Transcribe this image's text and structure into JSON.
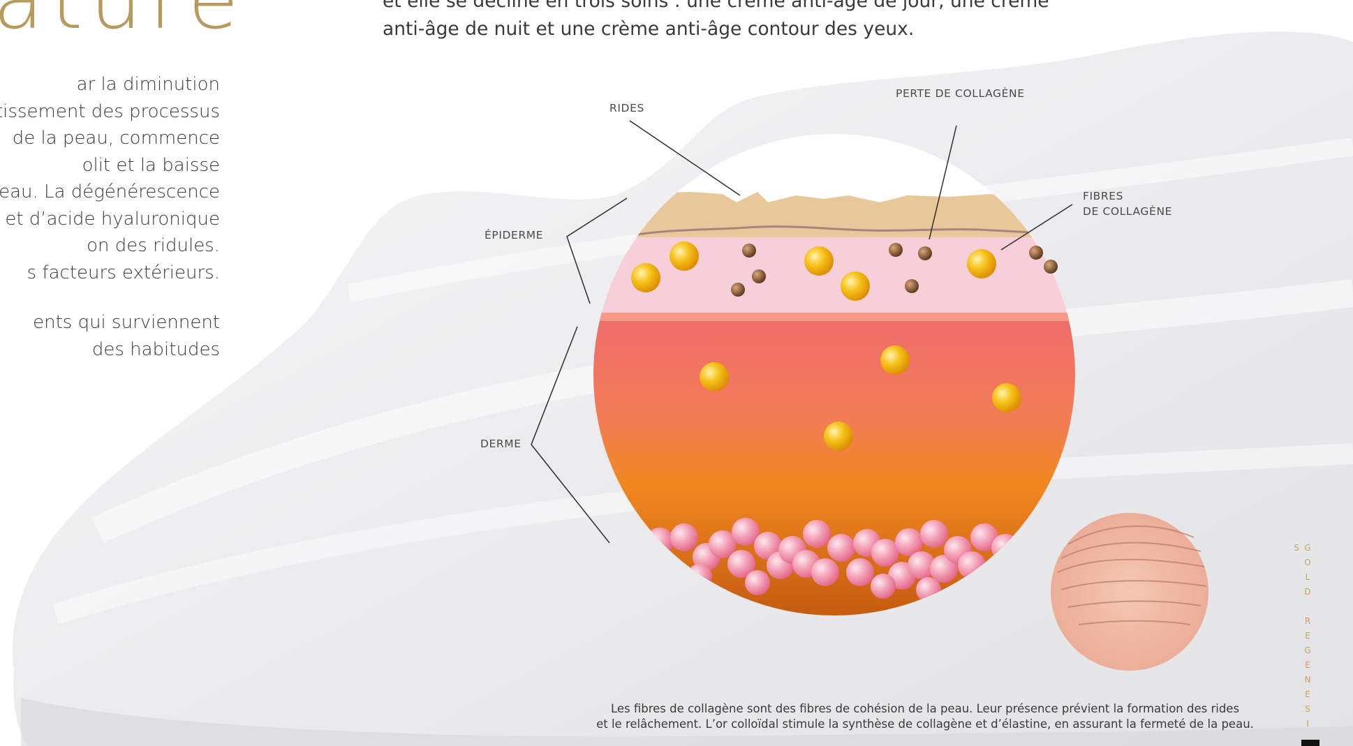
{
  "heading": "ature",
  "intro_left": [
    "ar la diminution",
    "tissement des processus",
    "de la peau, commence",
    "olit et la baisse",
    "eau. La dégénérescence",
    "et d’acide hyaluronique",
    "on des ridules.",
    "s facteurs extérieurs."
  ],
  "intro_left_2": [
    "ents qui surviennent",
    "des habitudes"
  ],
  "intro_top": [
    "et elle se décline en trois soins : une crème anti-âge de jour, une crème",
    "anti-âge de nuit et une crème anti-âge contour des yeux."
  ],
  "diagram": {
    "labels": {
      "rides": "RIDES",
      "perte": "PERTE DE COLLAGÈNE",
      "fibres_1": "FIBRES",
      "fibres_2": "DE COLLAGÈNE",
      "epiderme": "ÉPIDERME",
      "derme": "DERME"
    },
    "colors": {
      "skin_surface": "#e8c79b",
      "epidermis": "#f7cfd9",
      "dermis_top": "#f06c6c",
      "dermis_bottom": "#c25a10",
      "gold": "#f5b10a",
      "brown": "#7a4a2a",
      "pink_cells": "#ef8ca4"
    }
  },
  "caption": [
    "Les fibres de collagène sont des fibres de cohésion de la peau. Leur présence prévient la formation des rides",
    "et le relâchement. L’or colloïdal stimule la synthèse de collagène et d’élastine, en assurant la fermeté de la peau."
  ],
  "brand_side": "GOLD REGENESIS"
}
